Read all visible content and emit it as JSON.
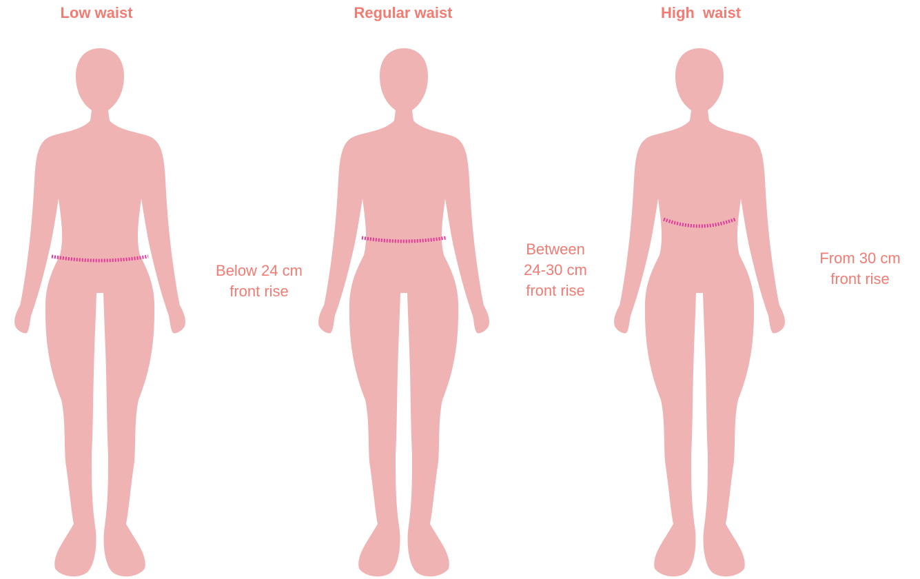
{
  "colors": {
    "accent": "#f07c74",
    "body": "#f0b3b3",
    "waist_line": "#e0399b"
  },
  "panels": [
    {
      "title": "Low waist",
      "description": [
        "Below 24 cm",
        "front rise"
      ],
      "waist": "low"
    },
    {
      "title": "Regular waist",
      "description": [
        "Between",
        "24-30 cm",
        "front rise"
      ],
      "waist": "regular"
    },
    {
      "title": "High  waist",
      "description": [
        "From 30 cm",
        "front rise"
      ],
      "waist": "high"
    }
  ]
}
